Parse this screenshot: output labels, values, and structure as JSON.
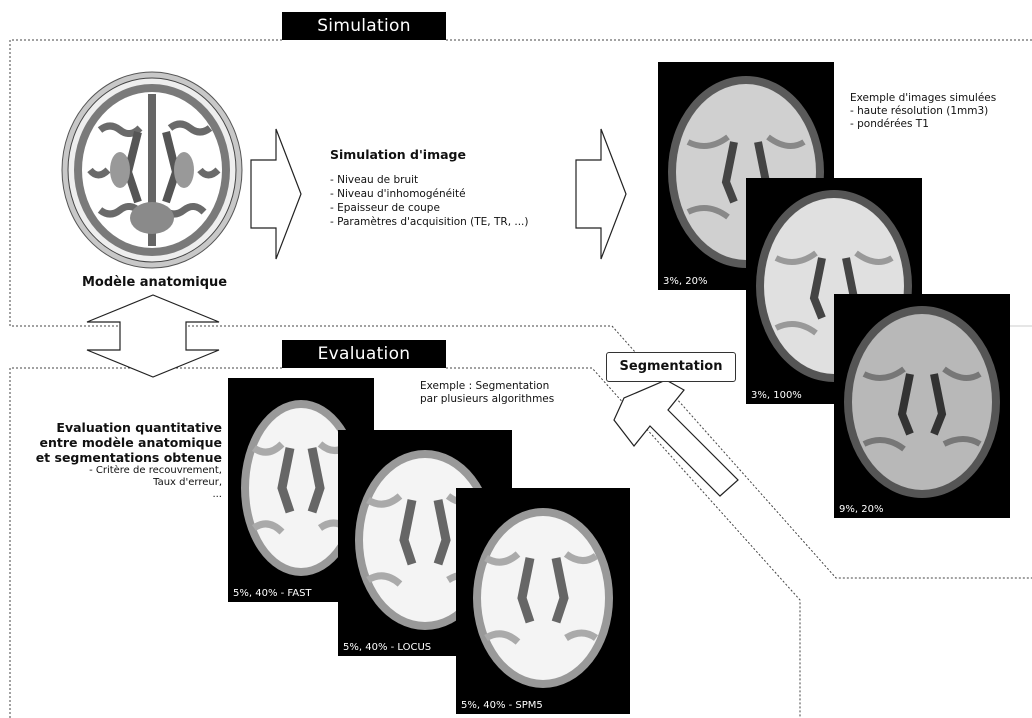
{
  "simulation_label": "Simulation",
  "evaluation_label": "Evaluation",
  "segmentation_label": "Segmentation",
  "anatomical_model_label": "Modèle anatomique",
  "image_sim": {
    "title": "Simulation d'image",
    "items": [
      "- Niveau de bruit",
      "- Niveau d'inhomogénéité",
      "- Epaisseur de coupe",
      "- Paramètres d'acquisition (TE, TR, ...)"
    ]
  },
  "example_sim": {
    "lines": [
      "Exemple d'images simulées",
      "- haute résolution (1mm3)",
      "- pondérées T1"
    ]
  },
  "simulated_images": [
    {
      "caption": "3%, 20%"
    },
    {
      "caption": "3%, 100%"
    },
    {
      "caption": "9%, 20%"
    }
  ],
  "example_seg": {
    "lines": [
      "Exemple : Segmentation",
      "par plusieurs algorithmes"
    ]
  },
  "segmented_images": [
    {
      "caption": "5%, 40% - FAST"
    },
    {
      "caption": "5%, 40% - LOCUS"
    },
    {
      "caption": "5%, 40% - SPM5"
    }
  ],
  "evaluation_text": {
    "bold_lines": [
      "Evaluation quantitative",
      "entre modèle anatomique",
      "et segmentations obtenue"
    ],
    "small_lines": [
      "- Critère de recouvrement,",
      "Taux d'erreur,",
      "..."
    ]
  }
}
